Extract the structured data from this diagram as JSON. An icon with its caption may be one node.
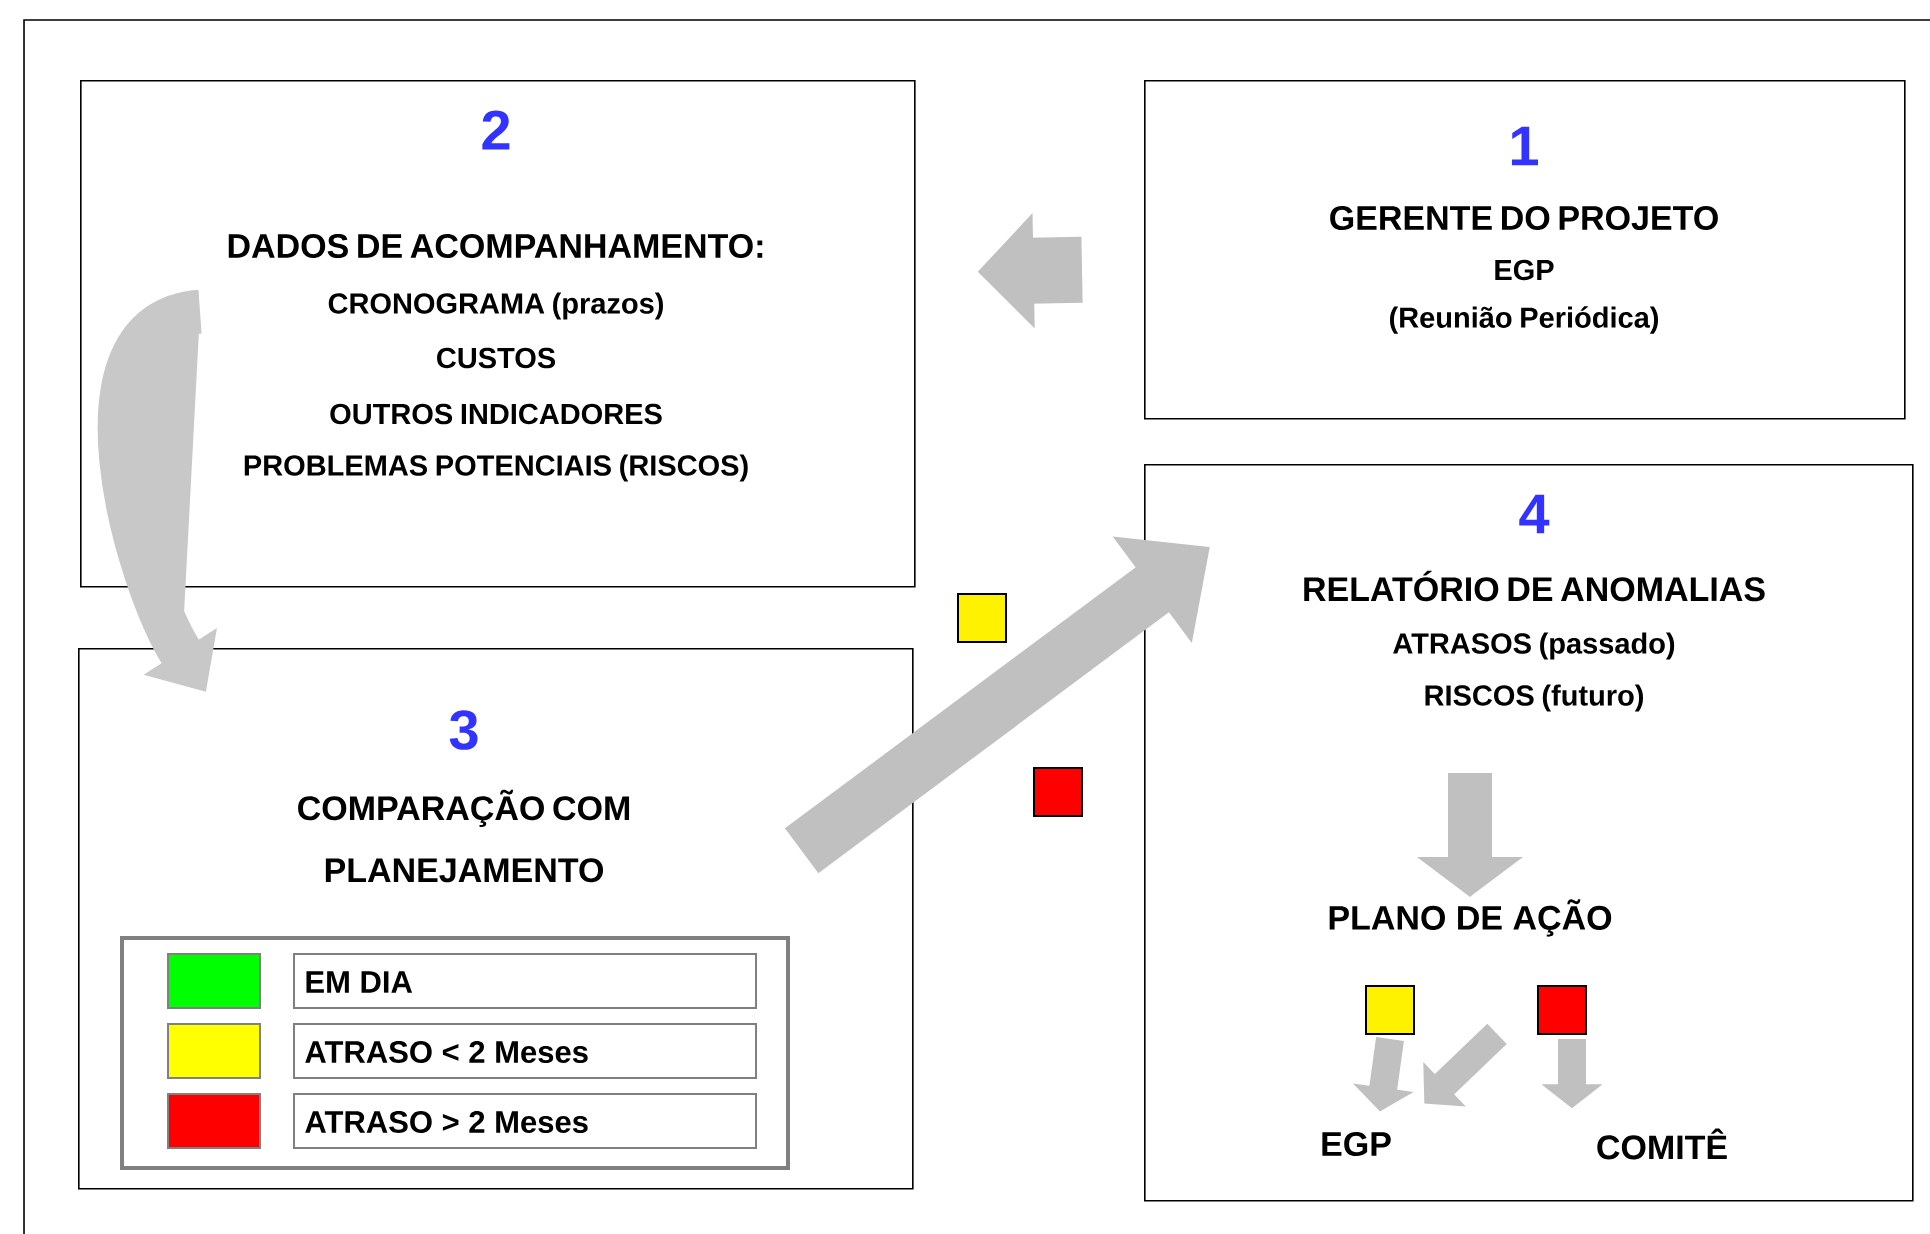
{
  "diagram": {
    "nodes": [
      {
        "text": [
          "1",
          "GERENTE DO PROJETO",
          "EGP",
          "(Reunião Periódica)"
        ]
      },
      {
        "text": [
          "2",
          "DADOS DE ACOMPANHAMENTO:",
          "CRONOGRAMA (prazos)",
          "CUSTOS",
          "OUTROS INDICADORES",
          "PROBLEMAS POTENCIAIS (RISCOS)"
        ]
      },
      {
        "text": [
          "3",
          "COMPARAÇÃO COM PLANEJAMENTO"
        ]
      },
      {
        "text": [
          "4",
          "RELATÓRIO DE ANOMALIAS",
          "ATRASOS (passado)",
          "RISCOS (futuro)"
        ]
      },
      {
        "text": [
          "PLANO DE AÇÃO"
        ],
        "in": 3
      },
      {
        "text": [],
        "shape": "box",
        "in": 3
      },
      {
        "text": [],
        "shape": "box",
        "in": 3
      },
      {
        "text": [
          "EGP"
        ],
        "in": 3
      },
      {
        "text": [
          "COMITÊ"
        ],
        "in": 3
      },
      {
        "text": [],
        "shape": "box"
      },
      {
        "text": [],
        "shape": "box"
      }
    ],
    "edges": [
      {
        "from": 0,
        "to": 1,
        "arrow": "to"
      },
      {
        "from": 1,
        "to": 2,
        "arrow": "to"
      },
      {
        "from": 2,
        "to": 3,
        "arrow": "to"
      },
      {
        "from": null,
        "to": 4,
        "arrow": "to"
      },
      {
        "from": 5,
        "to": 7,
        "arrow": "to"
      },
      {
        "from": 6,
        "to": 7,
        "arrow": "to"
      },
      {
        "from": 6,
        "to": 8,
        "arrow": "to"
      }
    ],
    "legend": [
      {
        "text": "EM DIA",
        "color": "#00ff00"
      },
      {
        "text": "ATRASO < 2 Meses",
        "color": "#ffff00"
      },
      {
        "text": "ATRASO > 2 Meses",
        "color": "#ff0000"
      }
    ]
  }
}
